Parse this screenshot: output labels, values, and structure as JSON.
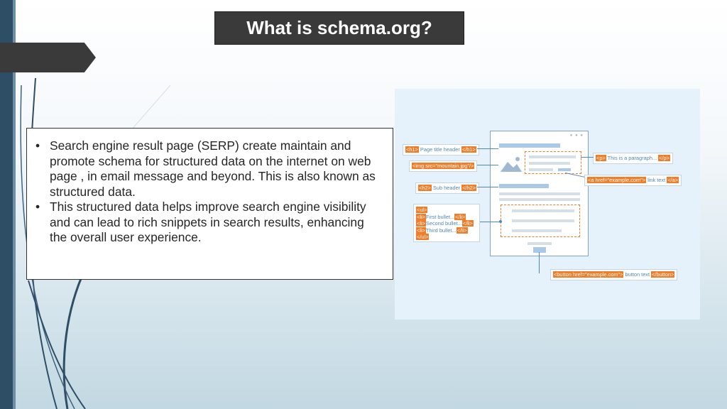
{
  "slide": {
    "title": "What is schema.org?",
    "bullets": [
      "Search engine result page (SERP) create maintain and promote schema for structured data on the internet on web page , in email message and beyond. This is also known as structured data.",
      "This structured data helps improve search engine visibility and can lead to rich snippets in search results, enhancing the overall user experience."
    ]
  },
  "illustration": {
    "h1": {
      "open": "<h1>",
      "text": "Page title header",
      "close": "</h1>"
    },
    "img": {
      "code": "<img src=\"mountain.jpg\"/>"
    },
    "h2": {
      "open": "<h2>",
      "text": "Sub header",
      "close": "</h2>"
    },
    "ul": {
      "open": "<ul>",
      "close": "</ul>",
      "items": [
        {
          "open": "<li>",
          "text": "First bullet...",
          "close": "</li>"
        },
        {
          "open": "<li>",
          "text": "Second bullet...",
          "close": "</li>"
        },
        {
          "open": "<li>",
          "text": "Third bullet...",
          "close": "</li>"
        }
      ]
    },
    "p": {
      "open": "<p>",
      "text": "This is a paragraph...",
      "close": "</p>"
    },
    "a": {
      "open": "<a href=\"example.com\">",
      "text": "link text",
      "close": "</a>"
    },
    "button": {
      "open": "<button href=\"example.com\">",
      "text": "button text",
      "close": "</button>"
    }
  }
}
